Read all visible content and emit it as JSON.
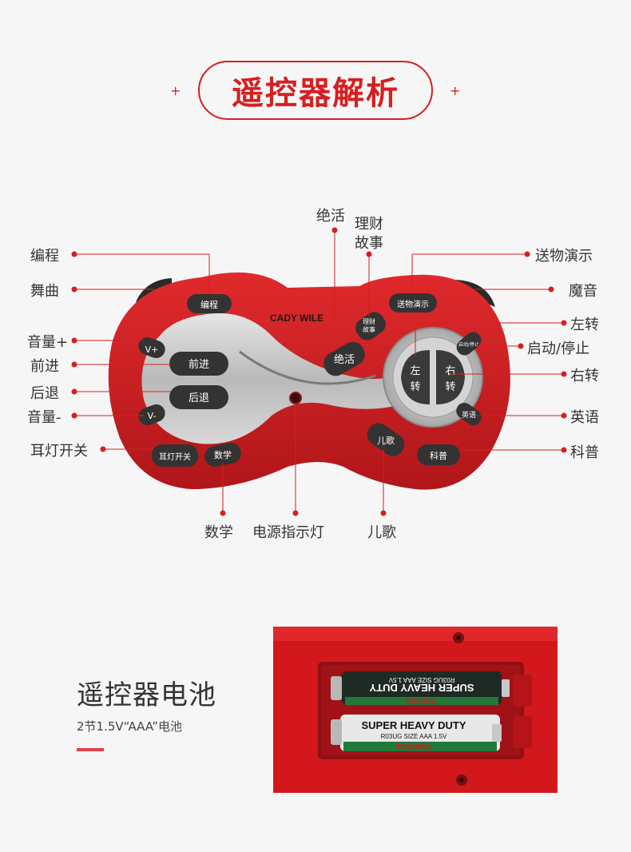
{
  "header": {
    "title": "遥控器解析",
    "plus": "+"
  },
  "remote": {
    "brand": "CADY WILE",
    "buttons": {
      "program": "编程",
      "send_demo": "送物演示",
      "finance": [
        "理财",
        "故事"
      ],
      "stunt": "绝活",
      "vol_up": "V+",
      "vol_down": "V-",
      "forward": "前进",
      "backward": "后退",
      "headlight": "耳灯开关",
      "math": "数学",
      "nursery": "儿歌",
      "science": "科普",
      "english": "英语",
      "left": [
        "左",
        "转"
      ],
      "right": [
        "右",
        "转"
      ],
      "start_stop": "启动/停止"
    }
  },
  "callouts": {
    "program": "编程",
    "dance": "舞曲",
    "vol_up": "音量+",
    "forward": "前进",
    "backward": "后退",
    "vol_down": "音量-",
    "headlight": "耳灯开关",
    "stunt": "绝活",
    "finance_1": "理财",
    "finance_2": "故事",
    "send_demo": "送物演示",
    "magic_sound": "魔音",
    "turn_left": "左转",
    "start_stop": "启动/停止",
    "turn_right": "右转",
    "english": "英语",
    "science": "科普",
    "math": "数学",
    "power_led": "电源指示灯",
    "nursery": "儿歌"
  },
  "battery": {
    "title": "遥控器电池",
    "subtitle": "2节1.5V“AAA”电池",
    "cells": [
      {
        "brand": "SUPER HEAVY DUTY",
        "spec": "R03UG SIZE AAA 1.5V",
        "maker": "TOSHIBA"
      },
      {
        "brand": "SUPER HEAVY DUTY",
        "spec": "R03UG SIZE AAA 1.5V",
        "maker": "TOSHIBA"
      }
    ]
  },
  "colors": {
    "accent": "#d81e20",
    "remote_red": "#cc1c20",
    "silver": "#c9c9c9",
    "button": "#333333"
  }
}
